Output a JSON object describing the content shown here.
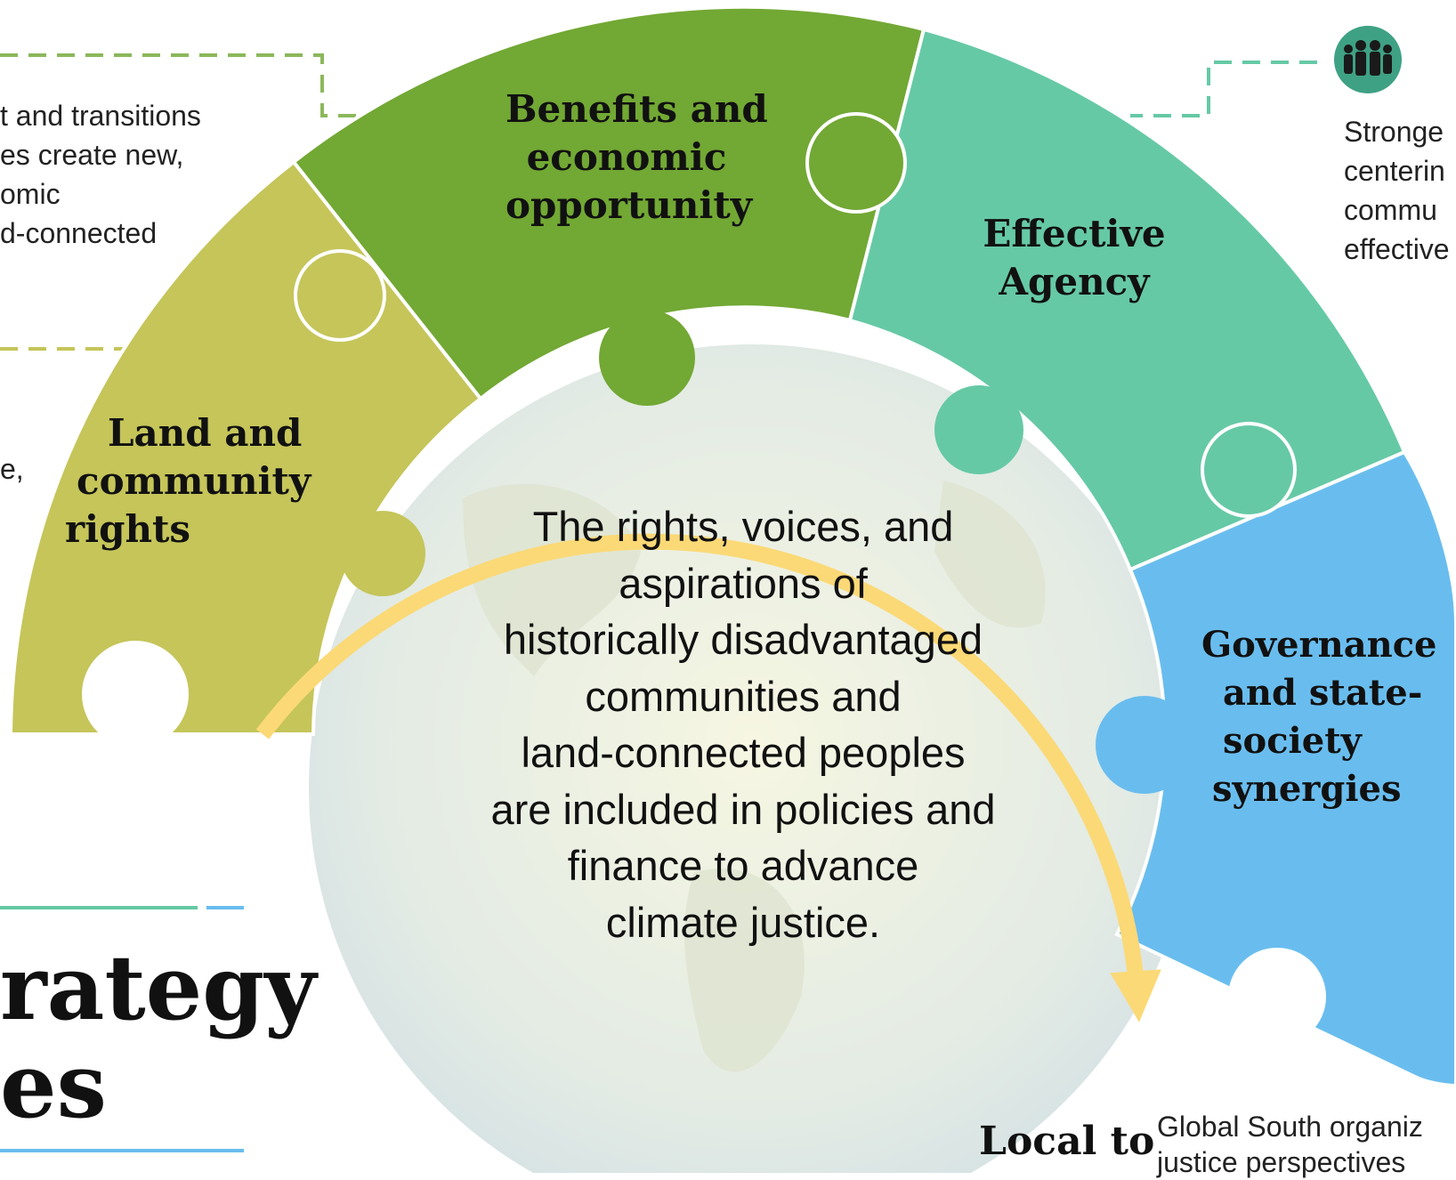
{
  "segments": [
    {
      "id": "land",
      "lines": [
        "Land and",
        "community",
        "rights"
      ],
      "color": "#c5c55a"
    },
    {
      "id": "benefits",
      "lines": [
        "Benefits and",
        "economic",
        "opportunity"
      ],
      "color": "#72a834"
    },
    {
      "id": "agency",
      "lines": [
        "Effective",
        "Agency"
      ],
      "color": "#66c9a6"
    },
    {
      "id": "governance",
      "lines": [
        "Governance",
        "and state-",
        "society",
        "synergies"
      ],
      "color": "#69bdee"
    }
  ],
  "center_text": [
    "The rights, voices, and",
    "aspirations of",
    "historically disadvantaged",
    "communities and",
    "land-connected peoples",
    "are included in policies and",
    "finance to advance",
    "climate justice."
  ],
  "left_text": [
    "t and transitions",
    "es create new,",
    "omic",
    "d-connected"
  ],
  "left_fragment": "e,",
  "right_text": [
    "Stronge",
    "centerin",
    "commu",
    "effective"
  ],
  "bottom_right": {
    "heading": "Local to",
    "lines": [
      "Global South organiz",
      "justice perspectives"
    ]
  },
  "title_fragment": [
    "rategy",
    "es"
  ],
  "icons": {
    "people": "people-group-icon"
  },
  "colors": {
    "arrow": "#fbd976",
    "dashed": "#8bb85a",
    "dashed_right": "#66c9a6",
    "rule_green": "#66c9a6",
    "rule_blue": "#69bdee"
  }
}
